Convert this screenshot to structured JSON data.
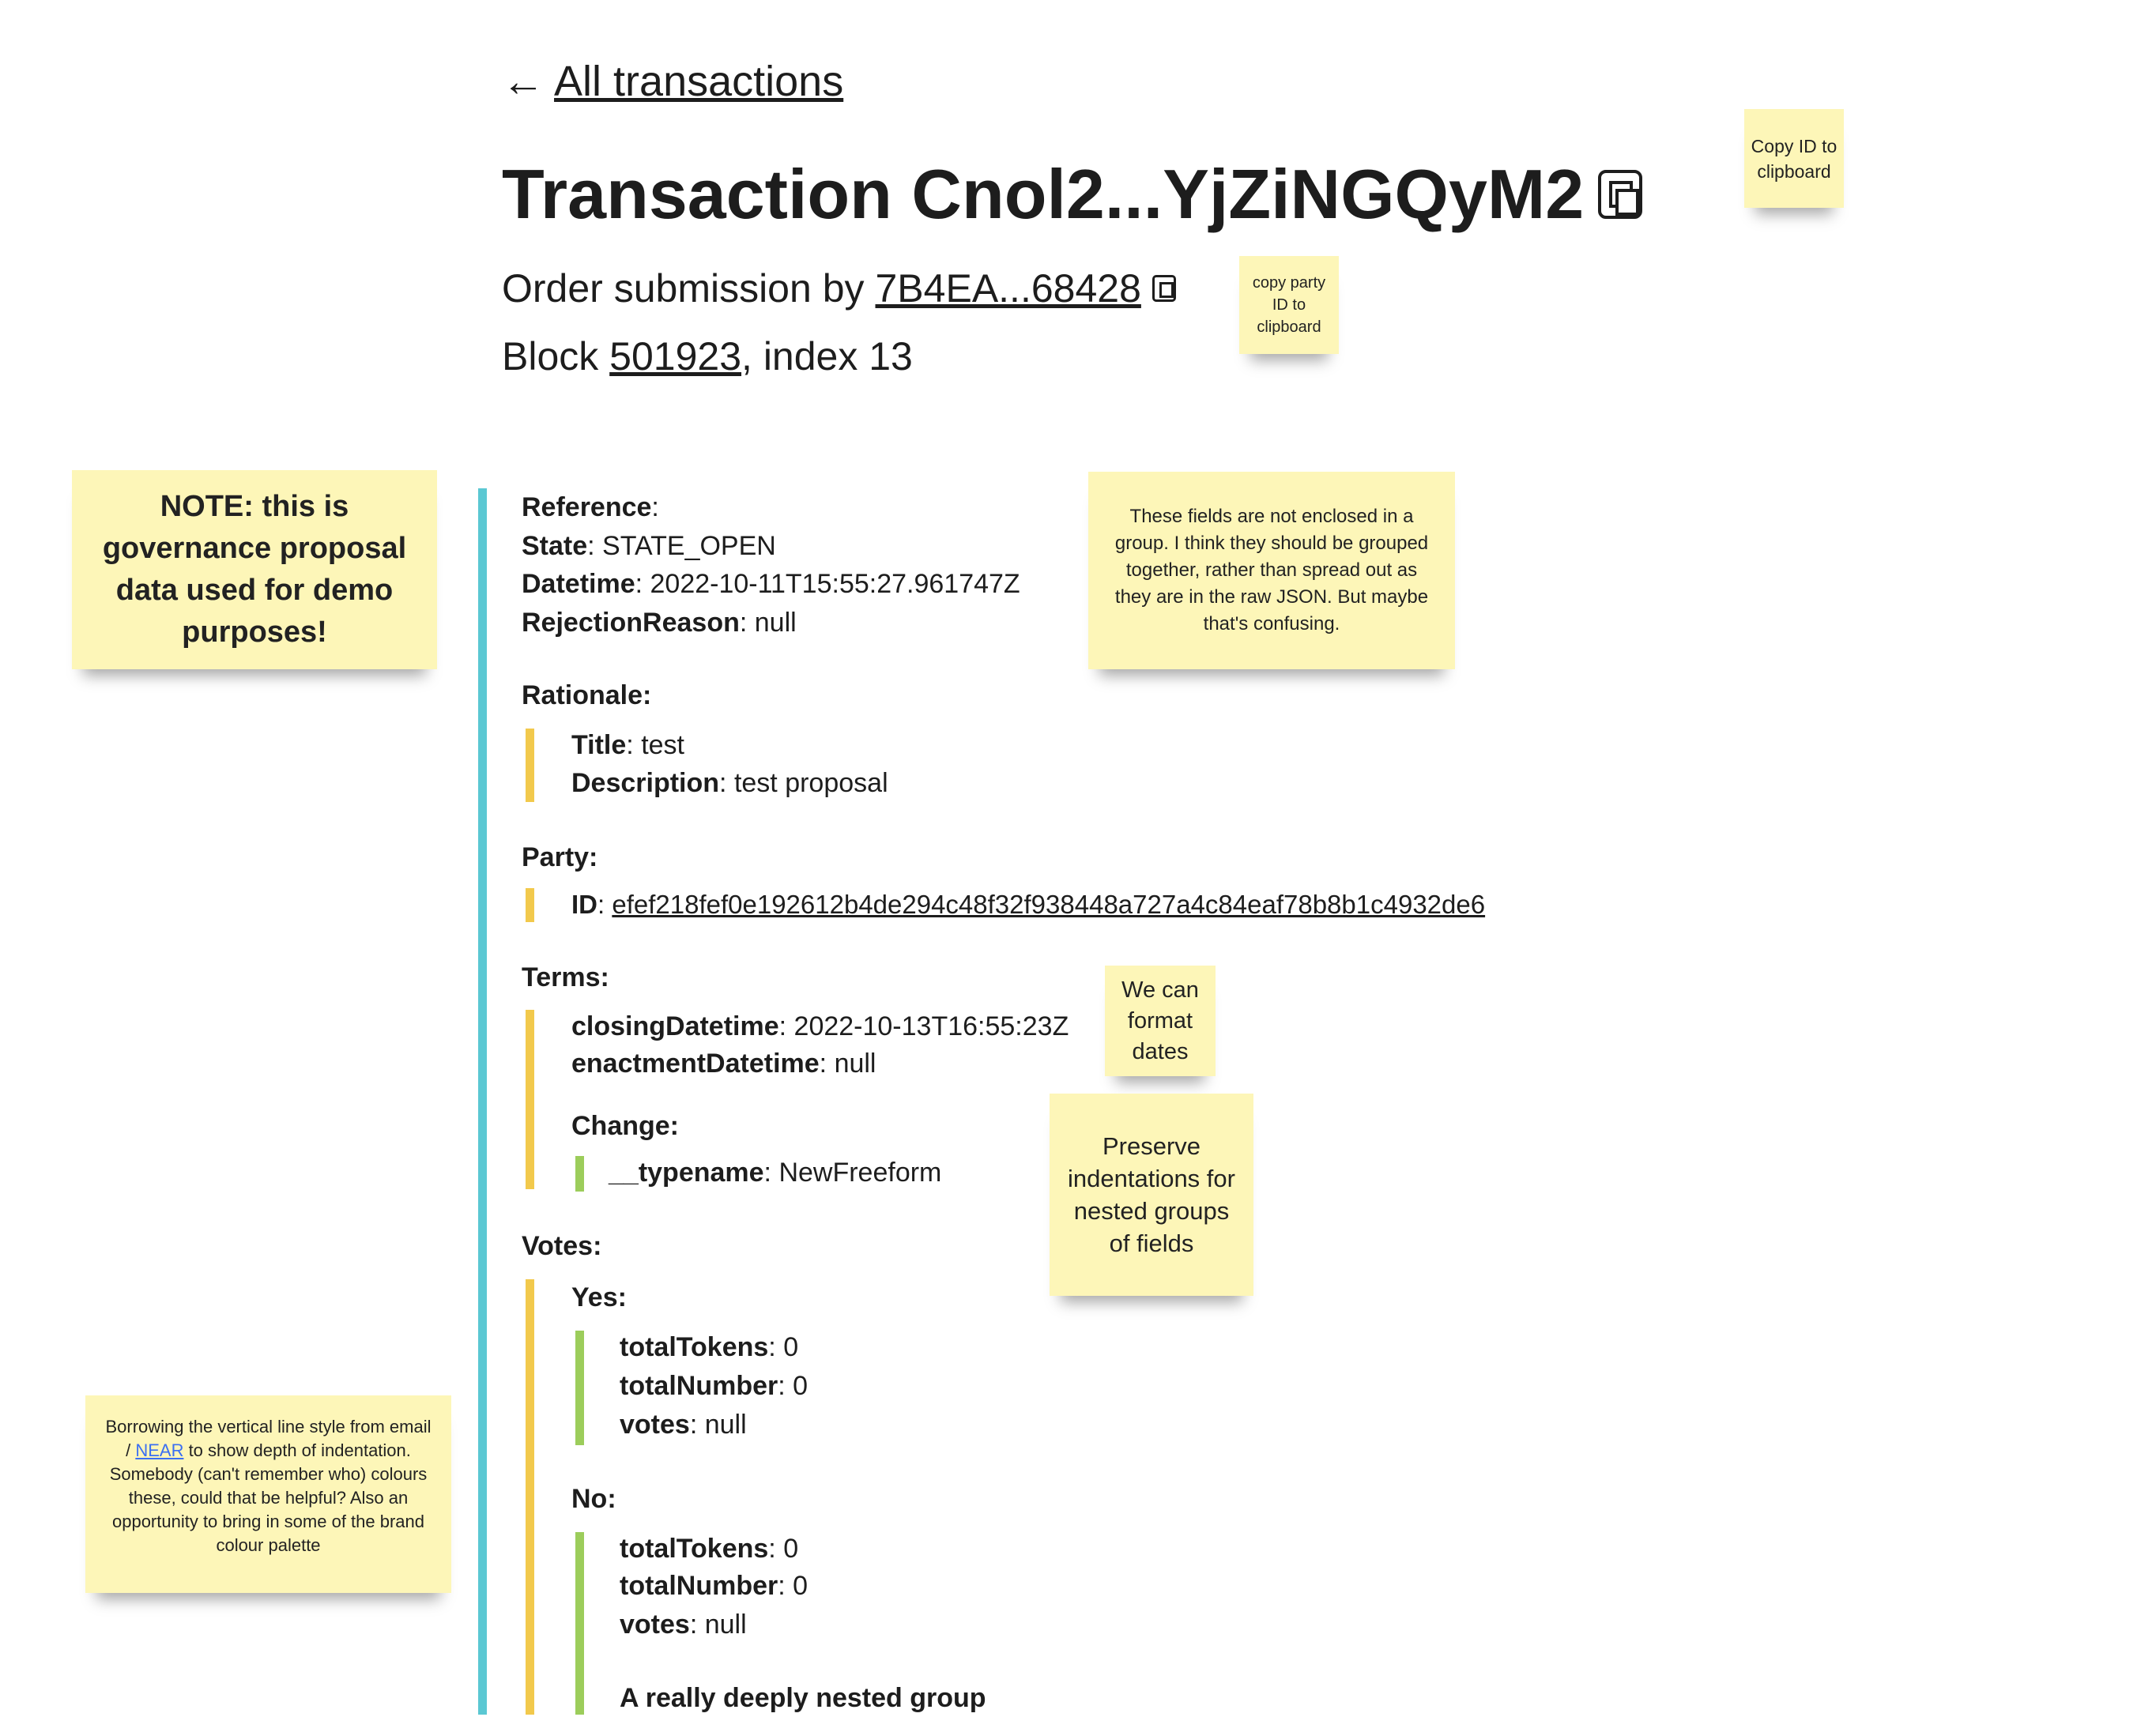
{
  "back_link": {
    "arrow": "←",
    "label": "All transactions"
  },
  "title": {
    "prefix": "Transaction",
    "id": "Cnol2...YjZiNGQyM2"
  },
  "subtitle": {
    "prefix": "Order submission by",
    "party": "7B4EA...68428"
  },
  "block": {
    "prefix": "Block",
    "number": "501923",
    "suffix": ", index 13"
  },
  "colors": {
    "level0": "#5bc8d3",
    "level1": "#f2c94c",
    "level2": "#9ccd5b",
    "sticky": "#fdf6b8"
  },
  "fields": {
    "reference": {
      "key": "Reference",
      "value": ""
    },
    "state": {
      "key": "State",
      "value": "STATE_OPEN"
    },
    "datetime": {
      "key": "Datetime",
      "value": "2022-10-11T15:55:27.961747Z"
    },
    "rejection": {
      "key": "RejectionReason",
      "value": "null"
    },
    "rationale": {
      "header": "Rationale:",
      "title_key": "Title",
      "title": "test",
      "desc_key": "Description",
      "desc": "test proposal"
    },
    "party": {
      "header": "Party:",
      "id_key": "ID",
      "id": "efef218fef0e192612b4de294c48f32f938448a727a4c84eaf78b8b1c4932de6"
    },
    "terms": {
      "header": "Terms:",
      "closing_key": "closingDatetime",
      "closing": "2022-10-13T16:55:23Z",
      "enact_key": "enactmentDatetime",
      "enact": "null",
      "change_header": "Change:",
      "typename_key": "__typename",
      "typename": "NewFreeform"
    },
    "votes": {
      "header": "Votes:",
      "yes": {
        "header": "Yes:",
        "tokens_key": "totalTokens",
        "tokens": "0",
        "number_key": "totalNumber",
        "number": "0",
        "votes_key": "votes",
        "votes": "null"
      },
      "no": {
        "header": "No:",
        "tokens_key": "totalTokens",
        "tokens": "0",
        "number_key": "totalNumber",
        "number": "0",
        "votes_key": "votes",
        "votes": "null",
        "nested": "A really deeply nested group"
      }
    }
  },
  "notes": {
    "copy_id": "Copy ID to clipboard",
    "copy_party": "copy party ID to clipboard",
    "governance": "NOTE: this is governance proposal data used for demo purposes!",
    "fields_group": "These fields are not enclosed in a group. I think they should be grouped together, rather than spread out as they are in the raw JSON. But maybe that's confusing.",
    "format_dates": "We can format dates",
    "preserve": "Preserve indentations for nested groups of fields",
    "borrowing_pre": "Borrowing the vertical line style from email / ",
    "borrowing_link": "NEAR",
    "borrowing_post": " to show depth of indentation. Somebody (can't remember who) colours these, could that be helpful? Also an opportunity to bring in some of the brand colour palette"
  }
}
